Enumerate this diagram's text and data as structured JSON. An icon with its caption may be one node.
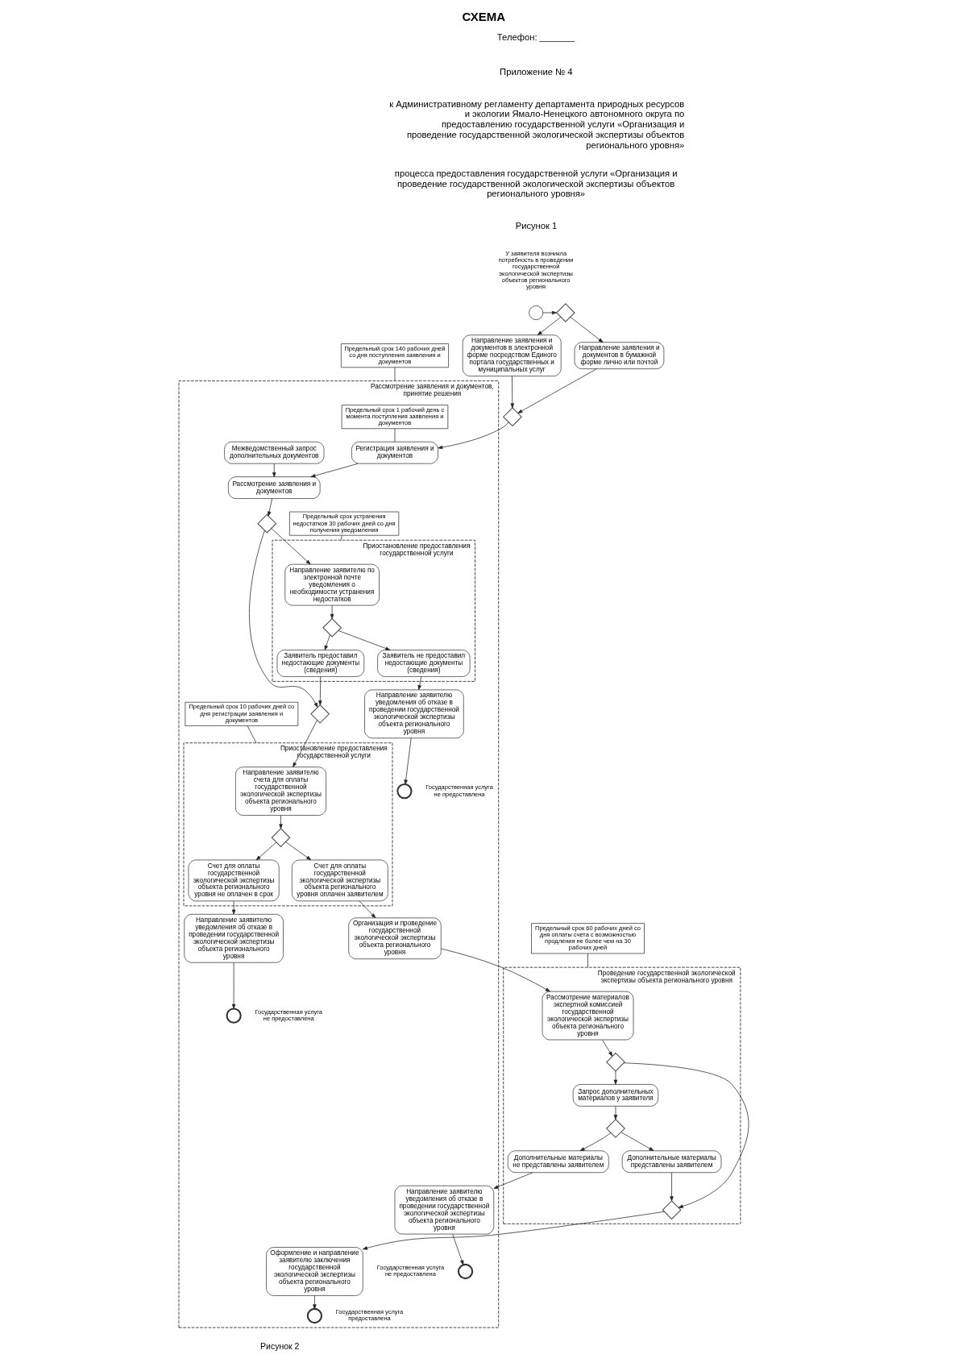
{
  "diagram": {
    "title": "СХЕМА",
    "nodes": [
      {
        "text": [
          "Предельный срок 140 рабочих дней со дня поступления заявления и документов"
        ]
      },
      {
        "text": [],
        "shape": "circle",
        "beside": [
          "У заявителя возникла потребность в проведении государственной экологической экспертизы объектов регионального уровня"
        ]
      },
      {
        "text": [],
        "shape": "diamond"
      },
      {
        "text": [
          "Направление заявления и документов в бумажной форме лично или почтой"
        ]
      },
      {
        "text": [
          "Направление заявления и документов в электронной форме посредством Единого портала государственных и муниципальных услуг"
        ]
      },
      {
        "text": [],
        "shape": "diamond"
      },
      {
        "text": [
          "Рассмотрение заявления и документов, принятие решения"
        ]
      },
      {
        "text": [
          "Предельный срок 1 рабочий день с момента поступления заявления и документов"
        ],
        "in": 6
      },
      {
        "text": [
          "Регистрация заявления и документов"
        ],
        "in": 6
      },
      {
        "text": [
          "Межведомственный запрос дополнительных документов"
        ],
        "in": 6
      },
      {
        "text": [
          "Рассмотрение заявления и документов"
        ],
        "in": 6
      },
      {
        "text": [],
        "shape": "diamond",
        "in": 6
      },
      {
        "text": [
          "Предельный срок устранения недостатков 30 рабочих дней со дня получения уведомления"
        ],
        "in": 6
      },
      {
        "text": [
          "Приостановление предоставления государственной услуги"
        ],
        "in": 6
      },
      {
        "text": [
          "Направление заявителю по электронной почте уведомления о необходимости устранения недостатков"
        ],
        "in": 13
      },
      {
        "text": [],
        "shape": "diamond",
        "in": 13
      },
      {
        "text": [
          "Заявитель предоставил недостающие документы (сведения)"
        ],
        "in": 13
      },
      {
        "text": [
          "Заявитель не предоставил недостающие документы (сведения)"
        ],
        "in": 13
      },
      {
        "text": [],
        "shape": "diamond",
        "in": 6
      },
      {
        "text": [
          "Предельный срок 10 рабочих дней со дня регистрации заявления и документов"
        ],
        "in": 6
      },
      {
        "text": [
          "Приостановление предоставления государственной услуги"
        ],
        "in": 6
      },
      {
        "text": [
          "Направление заявителю счета для оплаты государственной экологической экспертизы объекта регионального уровня"
        ],
        "in": 20
      },
      {
        "text": [],
        "shape": "diamond",
        "in": 20
      },
      {
        "text": [
          "Счет для оплаты государственной экологической экспертизы объекта регионального уровня не оплачен в срок"
        ],
        "in": 20
      },
      {
        "text": [
          "Счет для оплаты государственной экологической экспертизы объекта регионального уровня оплачен заявителем"
        ],
        "in": 20
      },
      {
        "text": [
          "Направление заявителю уведомления об отказе в проведении государственной экологической экспертизы объекта регионального уровня"
        ],
        "in": 6
      },
      {
        "text": [],
        "shape": "circle",
        "in": 6,
        "beside": [
          "Государственная услуга не предоставлена"
        ]
      },
      {
        "text": [
          "Организация и проведение государственной экологической экспертизы объекта регионального уровня"
        ],
        "in": 6
      },
      {
        "text": [
          "Оформление и направление заявителю заключения государственной экологической экспертизы объекта регионального уровня"
        ],
        "in": 6
      },
      {
        "text": [],
        "shape": "circle",
        "in": 6,
        "beside": [
          "Государственная услуга предоставлена"
        ]
      },
      {
        "text": [
          "Направление заявителю уведомления об отказе в проведении государственной экологической экспертизы объекта регионального уровня"
        ],
        "in": 6
      },
      {
        "text": [],
        "shape": "circle",
        "in": 6,
        "beside": [
          "Государственная услуга не предоставлена"
        ]
      },
      {
        "text": [
          "Направление заявителю уведомления об отказе в проведении государственной экологической экспертизы объекта регионального уровня"
        ],
        "in": 6
      },
      {
        "text": [],
        "shape": "circle",
        "in": 6,
        "beside": [
          "Государственная услуга не предоставлена"
        ]
      },
      {
        "text": [
          "Предельный срок 60 рабочих дней со дня оплаты счета с возможностью продления не более чем на 30 рабочих дней"
        ]
      },
      {
        "text": [
          "Проведение государственной экологической экспертизы объекта регионального уровня"
        ]
      },
      {
        "text": [
          "Рассмотрение материалов экспертной комиссией государственной экологической экспертизы объекта регионального уровня"
        ],
        "in": 35
      },
      {
        "text": [],
        "shape": "diamond",
        "in": 35
      },
      {
        "text": [
          "Запрос дополнительных материалов у заявителя"
        ],
        "in": 35
      },
      {
        "text": [],
        "shape": "diamond",
        "in": 35
      },
      {
        "text": [],
        "shape": "diamond",
        "in": 35
      },
      {
        "text": [
          "Дополнительные материалы представлены заявителем"
        ],
        "in": 35
      },
      {
        "text": [
          "Дополнительные материалы не представлены заявителем"
        ],
        "in": 35
      }
    ],
    "edges": [
      {
        "from": 1,
        "to": 2,
        "arrow": "to"
      },
      {
        "from": 2,
        "to": 3,
        "arrow": "to"
      },
      {
        "from": 2,
        "to": 4,
        "arrow": "to"
      },
      {
        "from": 3,
        "to": 5,
        "arrow": "to"
      },
      {
        "from": 4,
        "to": 5,
        "arrow": "to"
      },
      {
        "from": 5,
        "to": 8,
        "arrow": "to"
      },
      {
        "from": 0,
        "to": 6,
        "arrow": "none"
      },
      {
        "from": 7,
        "to": 8,
        "arrow": "none"
      },
      {
        "from": 8,
        "to": 10,
        "arrow": "to"
      },
      {
        "from": 9,
        "to": 10,
        "arrow": "to"
      },
      {
        "from": 10,
        "to": 11,
        "arrow": "to"
      },
      {
        "from": 11,
        "to": 14,
        "arrow": "to"
      },
      {
        "from": 12,
        "to": 13,
        "arrow": "none"
      },
      {
        "from": 14,
        "to": 15,
        "arrow": "to"
      },
      {
        "from": 15,
        "to": 16,
        "arrow": "to"
      },
      {
        "from": 15,
        "to": 17,
        "arrow": "to"
      },
      {
        "from": 16,
        "to": 18,
        "arrow": "to"
      },
      {
        "from": 11,
        "to": 18,
        "arrow": "to"
      },
      {
        "from": 17,
        "to": 25,
        "arrow": "to"
      },
      {
        "from": 25,
        "to": 26,
        "arrow": "to"
      },
      {
        "from": 18,
        "to": 21,
        "arrow": "to"
      },
      {
        "from": 19,
        "to": 20,
        "arrow": "none"
      },
      {
        "from": 21,
        "to": 22,
        "arrow": "to"
      },
      {
        "from": 22,
        "to": 23,
        "arrow": "to"
      },
      {
        "from": 22,
        "to": 24,
        "arrow": "to"
      },
      {
        "from": 23,
        "to": 30,
        "arrow": "to"
      },
      {
        "from": 30,
        "to": 31,
        "arrow": "to"
      },
      {
        "from": 24,
        "to": 27,
        "arrow": "to"
      },
      {
        "from": 27,
        "to": 36,
        "arrow": "to"
      },
      {
        "from": 34,
        "to": 35,
        "arrow": "none"
      },
      {
        "from": 36,
        "to": 37,
        "arrow": "to"
      },
      {
        "from": 37,
        "to": 38,
        "arrow": "to"
      },
      {
        "from": 37,
        "to": 39,
        "arrow": "to"
      },
      {
        "from": 38,
        "to": 40,
        "arrow": "to"
      },
      {
        "from": 40,
        "to": 41,
        "arrow": "to"
      },
      {
        "from": 40,
        "to": 42,
        "arrow": "to"
      },
      {
        "from": 41,
        "to": 39,
        "arrow": "to"
      },
      {
        "from": 39,
        "to": 28,
        "arrow": "to"
      },
      {
        "from": 28,
        "to": 29,
        "arrow": "to"
      },
      {
        "from": 42,
        "to": 32,
        "arrow": "to"
      },
      {
        "from": 32,
        "to": 33,
        "arrow": "to"
      }
    ],
    "labels": [
      "Телефон: _______",
      "Приложение № 4",
      "к Административному регламенту департамента природных ресурсов и экологии Ямало-Ненецкого автономного округа по предоставлению государственной услуги «Организация и проведение государственной экологической экспертизы объектов регионального уровня»",
      "процесса предоставления государственной услуги «Организация и проведение государственной экологической экспертизы объектов регионального уровня»",
      "Рисунок 1",
      "Рисунок 2"
    ]
  }
}
